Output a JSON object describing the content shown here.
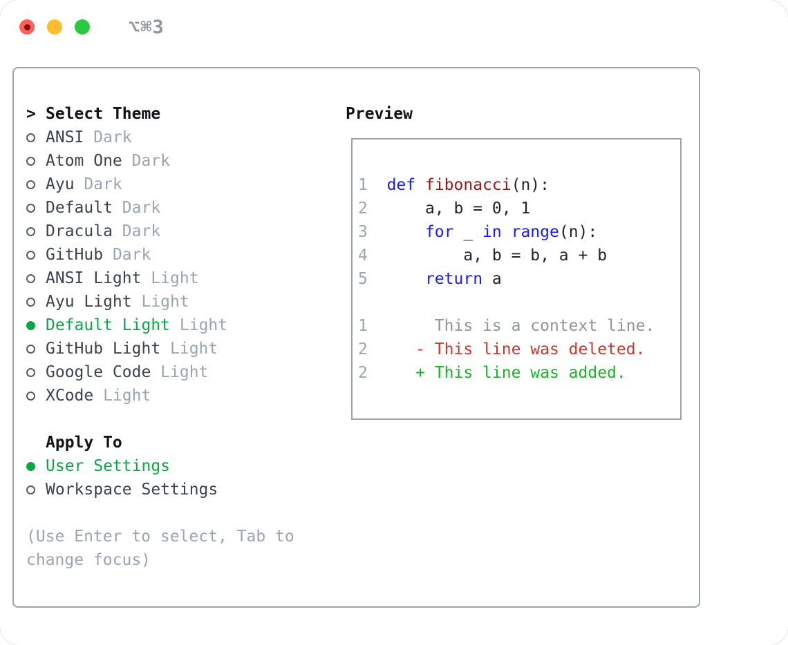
{
  "window": {
    "title": "⌥⌘3"
  },
  "select_theme": {
    "prompt": ">",
    "label": "Select Theme"
  },
  "themes": [
    {
      "name": "ANSI",
      "tag": "Dark",
      "selected": false
    },
    {
      "name": "Atom One",
      "tag": "Dark",
      "selected": false
    },
    {
      "name": "Ayu",
      "tag": "Dark",
      "selected": false
    },
    {
      "name": "Default",
      "tag": "Dark",
      "selected": false
    },
    {
      "name": "Dracula",
      "tag": "Dark",
      "selected": false
    },
    {
      "name": "GitHub",
      "tag": "Dark",
      "selected": false
    },
    {
      "name": "ANSI Light",
      "tag": "Light",
      "selected": false
    },
    {
      "name": "Ayu Light",
      "tag": "Light",
      "selected": false
    },
    {
      "name": "Default Light",
      "tag": "Light",
      "selected": true
    },
    {
      "name": "GitHub Light",
      "tag": "Light",
      "selected": false
    },
    {
      "name": "Google Code",
      "tag": "Light",
      "selected": false
    },
    {
      "name": "XCode",
      "tag": "Light",
      "selected": false
    }
  ],
  "apply_to": {
    "label": "Apply To",
    "options": [
      {
        "label": "User Settings",
        "selected": true
      },
      {
        "label": "Workspace Settings",
        "selected": false
      }
    ]
  },
  "hint": "(Use Enter to select, Tab to change focus)",
  "preview": {
    "label": "Preview",
    "code_lines": [
      {
        "num": "1",
        "tokens": [
          {
            "text": "def",
            "type": "keyword"
          },
          {
            "text": " ",
            "type": "plain"
          },
          {
            "text": "fibonacci",
            "type": "function"
          },
          {
            "text": "(n):",
            "type": "plain"
          }
        ]
      },
      {
        "num": "2",
        "tokens": [
          {
            "text": "    a, b = 0, 1",
            "type": "plain"
          }
        ]
      },
      {
        "num": "3",
        "tokens": [
          {
            "text": "    ",
            "type": "plain"
          },
          {
            "text": "for",
            "type": "keyword"
          },
          {
            "text": " _ ",
            "type": "plain"
          },
          {
            "text": "in",
            "type": "keyword"
          },
          {
            "text": " ",
            "type": "plain"
          },
          {
            "text": "range",
            "type": "keyword"
          },
          {
            "text": "(n):",
            "type": "plain"
          }
        ]
      },
      {
        "num": "4",
        "tokens": [
          {
            "text": "        a, b = b, a + b",
            "type": "plain"
          }
        ]
      },
      {
        "num": "5",
        "tokens": [
          {
            "text": "    ",
            "type": "plain"
          },
          {
            "text": "return",
            "type": "keyword"
          },
          {
            "text": " a",
            "type": "plain"
          }
        ]
      }
    ],
    "diff_lines": [
      {
        "num": "1",
        "content": "       This is a context line.",
        "type": "context"
      },
      {
        "num": "2",
        "content": "     - This line was deleted.",
        "type": "deleted"
      },
      {
        "num": "2",
        "content": "     + This line was added.",
        "type": "added"
      }
    ]
  },
  "colors": {
    "accent_green": "#0aa844",
    "muted": "#9aa4b2",
    "item_text": "#3a4250",
    "header_text": "#111418",
    "border": "#9aa3af",
    "keyword_blue": "#1a1aff",
    "function_red": "#a31515",
    "code_plain": "#1f2328",
    "context_gray": "#8d949c",
    "deleted_red": "#d0342c",
    "added_green": "#16b626",
    "linenum": "#9aa4b2",
    "titlebar_text": "#8e969e",
    "traffic_red": "#ff5f57",
    "traffic_red_dot": "#7d1410",
    "traffic_yellow": "#febc2e",
    "traffic_green": "#28c840"
  }
}
